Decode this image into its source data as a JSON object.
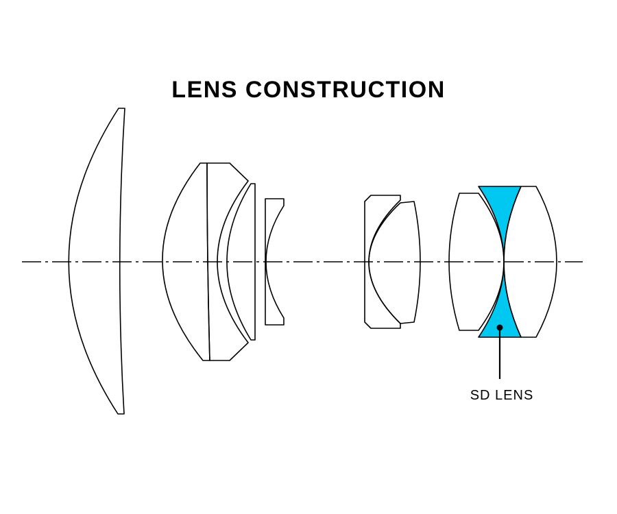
{
  "title": "LENS CONSTRUCTION",
  "callout": {
    "label": "SD LENS"
  },
  "colors": {
    "outline": "#000000",
    "sd_lens_fill": "#00c8f0",
    "background": "#ffffff"
  },
  "elements": [
    {
      "name": "lens-element-1",
      "kind": "positive-meniscus"
    },
    {
      "name": "lens-element-2",
      "kind": "positive"
    },
    {
      "name": "lens-element-3",
      "kind": "negative-meniscus"
    },
    {
      "name": "lens-element-4",
      "kind": "meniscus"
    },
    {
      "name": "lens-element-5",
      "kind": "negative"
    },
    {
      "name": "lens-element-6",
      "kind": "doublet-front"
    },
    {
      "name": "lens-element-7",
      "kind": "doublet-rear"
    },
    {
      "name": "lens-element-8",
      "kind": "positive"
    },
    {
      "name": "lens-element-9",
      "kind": "sd-biconcave",
      "highlighted": true
    },
    {
      "name": "lens-element-10",
      "kind": "positive"
    }
  ]
}
